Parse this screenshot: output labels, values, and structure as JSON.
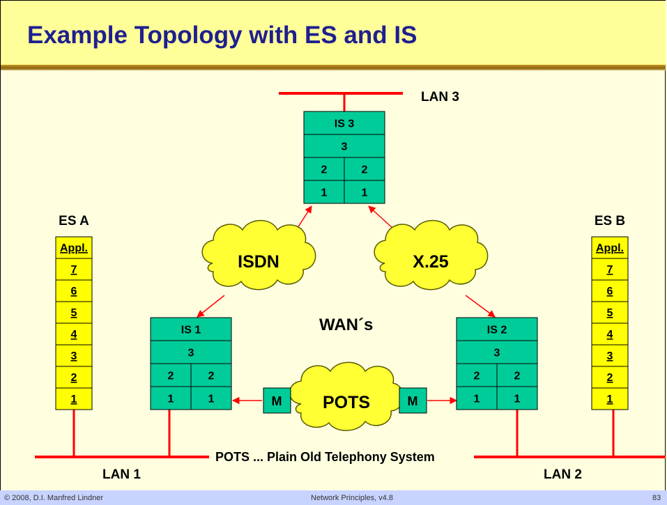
{
  "title": "Example Topology with ES and IS",
  "lan_labels": {
    "lan1": "LAN 1",
    "lan2": "LAN 2",
    "lan3": "LAN 3"
  },
  "pots_caption": "POTS ... Plain Old Telephony System",
  "wan_label": "WAN´s",
  "clouds": {
    "isdn": "ISDN",
    "x25": "X.25",
    "pots": "POTS"
  },
  "modem_label": "M",
  "end_systems": [
    {
      "name": "ES A",
      "layers": [
        "Appl.",
        "7",
        "6",
        "5",
        "4",
        "3",
        "2",
        "1"
      ]
    },
    {
      "name": "ES B",
      "layers": [
        "Appl.",
        "7",
        "6",
        "5",
        "4",
        "3",
        "2",
        "1"
      ]
    }
  ],
  "intermediate_systems": [
    {
      "name": "IS 3",
      "layer3": "3",
      "layer2": [
        "2",
        "2"
      ],
      "layer1": [
        "1",
        "1"
      ]
    },
    {
      "name": "IS 1",
      "layer3": "3",
      "layer2": [
        "2",
        "2"
      ],
      "layer1": [
        "1",
        "1"
      ]
    },
    {
      "name": "IS 2",
      "layer3": "3",
      "layer2": [
        "2",
        "2"
      ],
      "layer1": [
        "1",
        "1"
      ]
    }
  ],
  "footer": {
    "left": "© 2008, D.I. Manfred Lindner",
    "center": "Network Principles, v4.8",
    "page": "83"
  },
  "colors": {
    "router": "#00cc99",
    "es_stack": "#ffff00",
    "cloud": "#ffff33",
    "line": "#ff0000",
    "title": "#1f1f8f",
    "footer": "#c8d3ff"
  }
}
